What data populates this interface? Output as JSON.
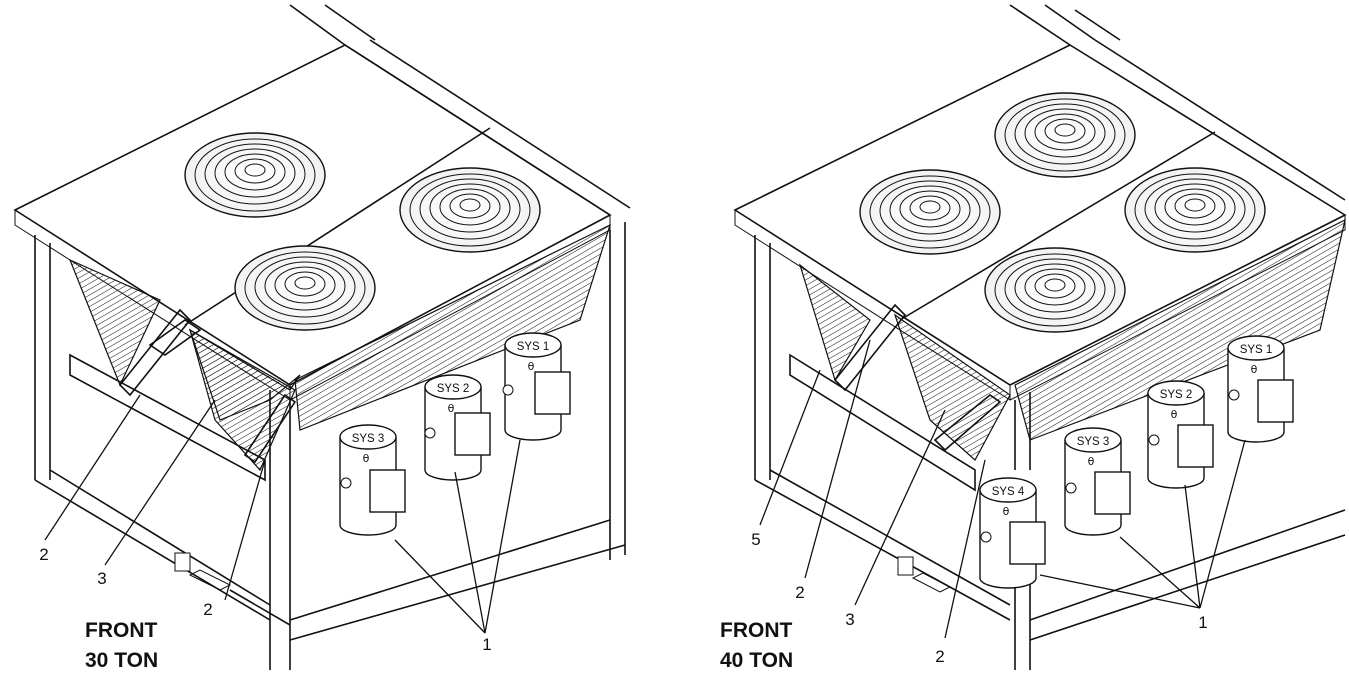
{
  "left": {
    "caption_line1": "FRONT",
    "caption_line2": "30 TON",
    "compressors": [
      "SYS 1",
      "SYS 2",
      "SYS 3"
    ],
    "callouts": [
      "1",
      "2",
      "3",
      "2"
    ]
  },
  "right": {
    "caption_line1": "FRONT",
    "caption_line2": "40 TON",
    "compressors": [
      "SYS 1",
      "SYS 2",
      "SYS 3",
      "SYS 4"
    ],
    "callouts": [
      "1",
      "2",
      "3",
      "2",
      "5"
    ]
  },
  "theta_symbol": "θ"
}
